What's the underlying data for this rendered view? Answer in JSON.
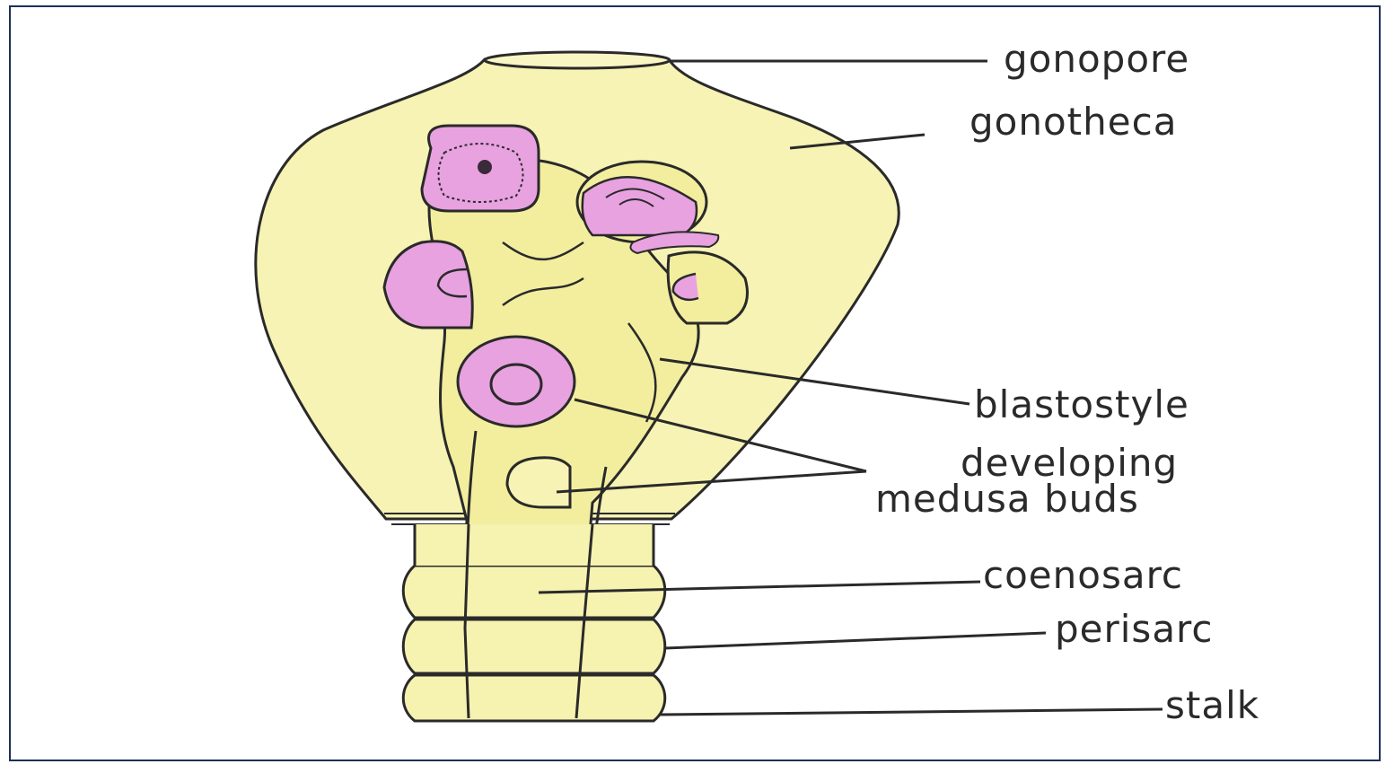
{
  "labels": {
    "gonopore": "gonopore",
    "gonotheca": "gonotheca",
    "blastostyle": "blastostyle",
    "developing_line1": "developing",
    "developing_line2": "medusa buds",
    "coenosarc": "coenosarc",
    "perisarc": "perisarc",
    "stalk": "stalk"
  },
  "colors": {
    "gonotheca_fill": "#f7f3b4",
    "blastostyle_fill": "#f2ee9e",
    "medusa_fill": "#e8a2e0",
    "outline": "#2a2a2a",
    "frame_border": "#1f2f5a"
  }
}
